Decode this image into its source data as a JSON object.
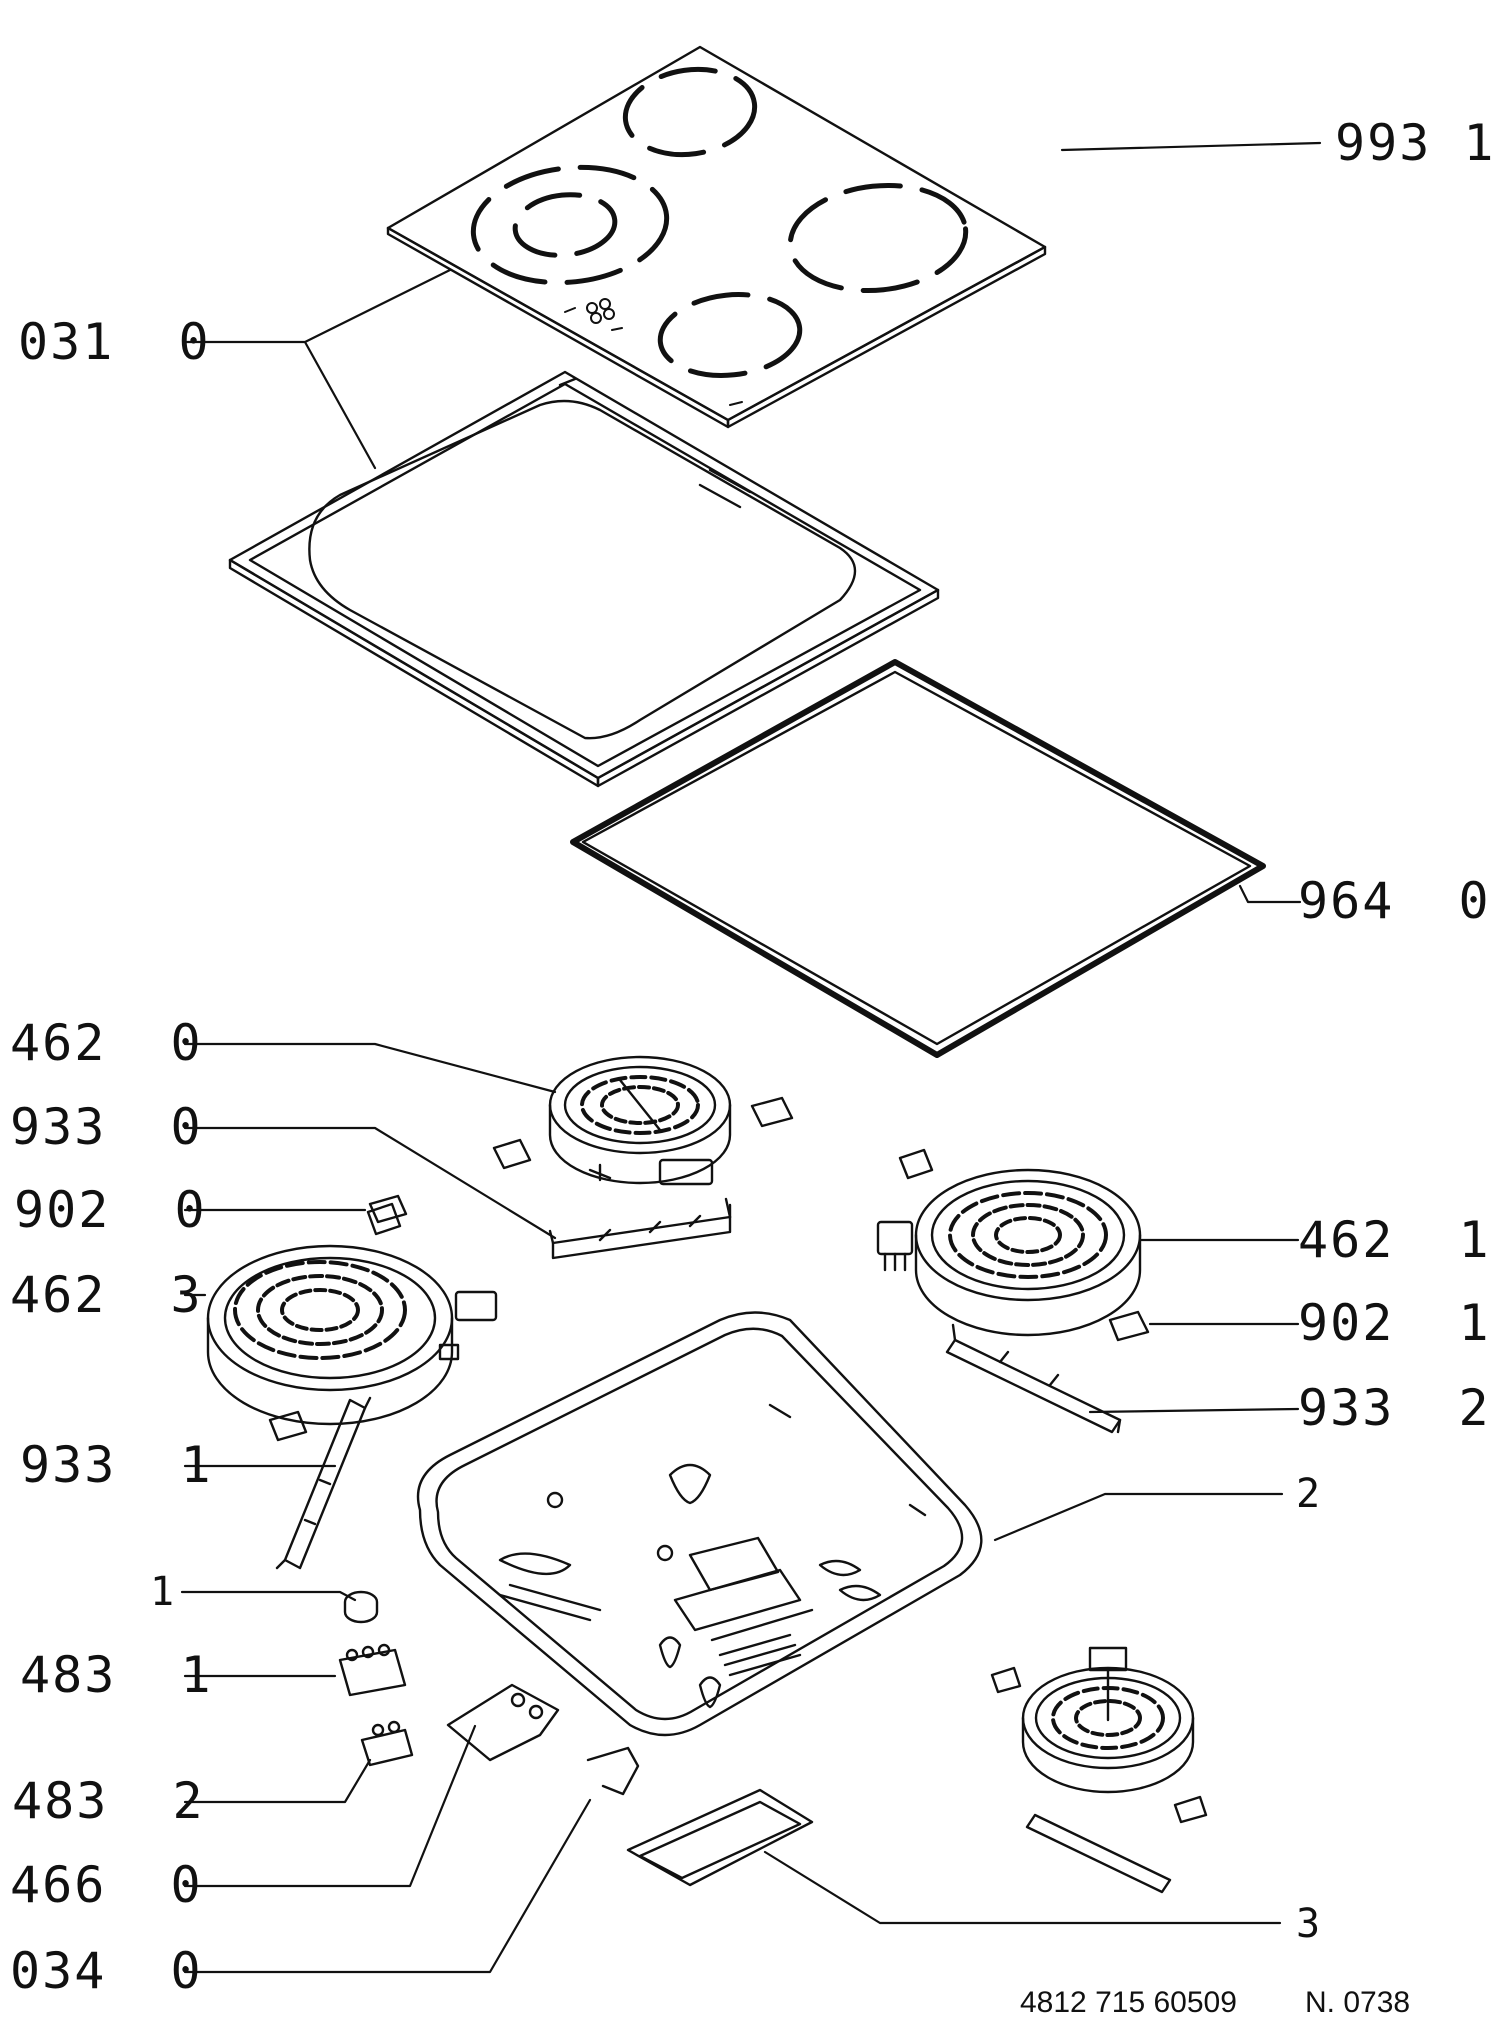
{
  "diagram": {
    "callouts": [
      {
        "id": "c-993-1",
        "part": "993",
        "variant": "1"
      },
      {
        "id": "c-031-0",
        "part": "031",
        "variant": "0"
      },
      {
        "id": "c-964-0",
        "part": "964",
        "variant": "0"
      },
      {
        "id": "c-462-0",
        "part": "462",
        "variant": "0"
      },
      {
        "id": "c-933-0",
        "part": "933",
        "variant": "0"
      },
      {
        "id": "c-902-0",
        "part": "902",
        "variant": "0"
      },
      {
        "id": "c-462-3",
        "part": "462",
        "variant": "3"
      },
      {
        "id": "c-462-1",
        "part": "462",
        "variant": "1"
      },
      {
        "id": "c-902-1",
        "part": "902",
        "variant": "1"
      },
      {
        "id": "c-933-2",
        "part": "933",
        "variant": "2"
      },
      {
        "id": "c-933-1",
        "part": "933",
        "variant": "1"
      },
      {
        "id": "c-2",
        "part": "2",
        "variant": ""
      },
      {
        "id": "c-1",
        "part": "1",
        "variant": ""
      },
      {
        "id": "c-483-1",
        "part": "483",
        "variant": "1"
      },
      {
        "id": "c-483-2",
        "part": "483",
        "variant": "2"
      },
      {
        "id": "c-466-0",
        "part": "466",
        "variant": "0"
      },
      {
        "id": "c-034-0",
        "part": "034",
        "variant": "0"
      },
      {
        "id": "c-3",
        "part": "3",
        "variant": ""
      }
    ],
    "footer": {
      "drawing_number": "4812 715 60509",
      "note": "N. 0738"
    }
  }
}
